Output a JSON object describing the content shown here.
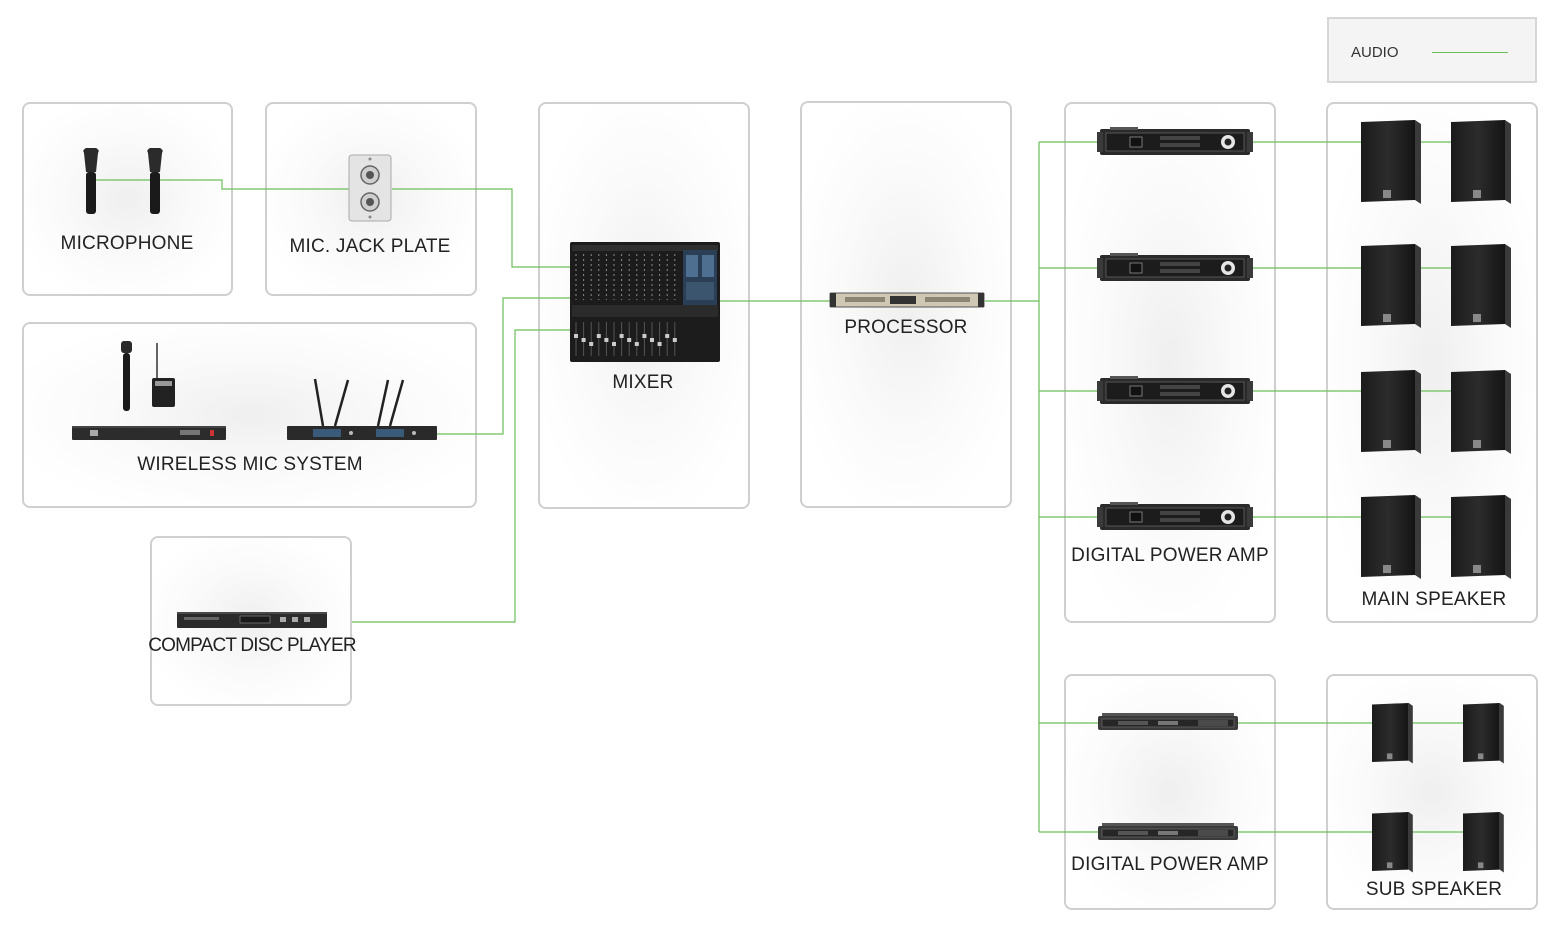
{
  "legend": {
    "label": "AUDIO",
    "color": "#6bbf59"
  },
  "labels": {
    "microphone": "MICROPHONE",
    "jack_plate": "MIC. JACK PLATE",
    "wireless": "WIRELESS MIC SYSTEM",
    "cd_player": "COMPACT DISC PLAYER",
    "mixer": "MIXER",
    "processor": "PROCESSOR",
    "main_amp": "DIGITAL POWER AMP",
    "main_speaker": "MAIN SPEAKER",
    "sub_amp": "DIGITAL POWER AMP",
    "sub_speaker": "SUB SPEAKER"
  },
  "colors": {
    "wire": "#6bbf59",
    "border": "#cfcfcf"
  },
  "icons": [
    "microphone-icon",
    "jack-plate-icon",
    "wireless-receiver-icon",
    "cd-player-icon",
    "mixer-icon",
    "processor-icon",
    "power-amp-icon",
    "speaker-icon"
  ]
}
